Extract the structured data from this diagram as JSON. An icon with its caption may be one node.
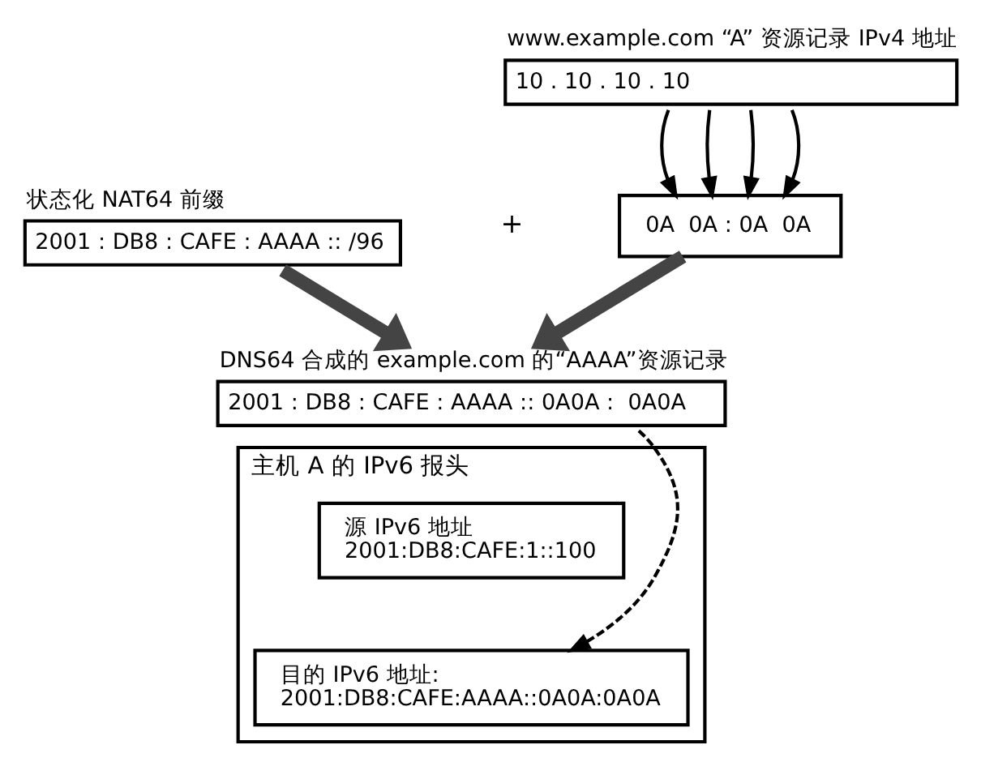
{
  "diagram": {
    "nodes": [
      {
        "text": [
          "www.example.com “A” 资源记录 IPv4 地址",
          "10 . 10 . 10 . 10"
        ]
      },
      {
        "text": [
          "状态化 NAT64 前缀",
          "2001 : DB8 : CAFE : AAAA :: /96"
        ]
      },
      {
        "text": [
          "0A  0A : 0A  0A"
        ]
      },
      {
        "text": [
          "DNS64 合成的 example.com 的“AAAA”资源记录",
          "2001 : DB8 : CAFE : AAAA :: 0A0A :  0A0A"
        ]
      },
      {
        "text": [
          "主机 A 的 IPv6 报头"
        ]
      },
      {
        "text": [
          "源 IPv6 地址",
          "2001:DB8:CAFE:1::100"
        ],
        "in": 4
      },
      {
        "text": [
          "目的 IPv6 地址:",
          "2001:DB8:CAFE:AAAA::0A0A:0A0A"
        ],
        "in": 4
      }
    ],
    "edges": [
      {
        "from": 0,
        "to": 2,
        "arrow": "to"
      },
      {
        "from": 0,
        "to": 2,
        "arrow": "to"
      },
      {
        "from": 0,
        "to": 2,
        "arrow": "to"
      },
      {
        "from": 0,
        "to": 2,
        "arrow": "to"
      },
      {
        "from": 1,
        "to": 3,
        "arrow": "to",
        "style": "thick"
      },
      {
        "from": 2,
        "to": 3,
        "arrow": "to",
        "style": "thick"
      },
      {
        "from": 3,
        "to": 6,
        "arrow": "to",
        "style": "dashed"
      }
    ],
    "labels": [
      "+"
    ]
  }
}
